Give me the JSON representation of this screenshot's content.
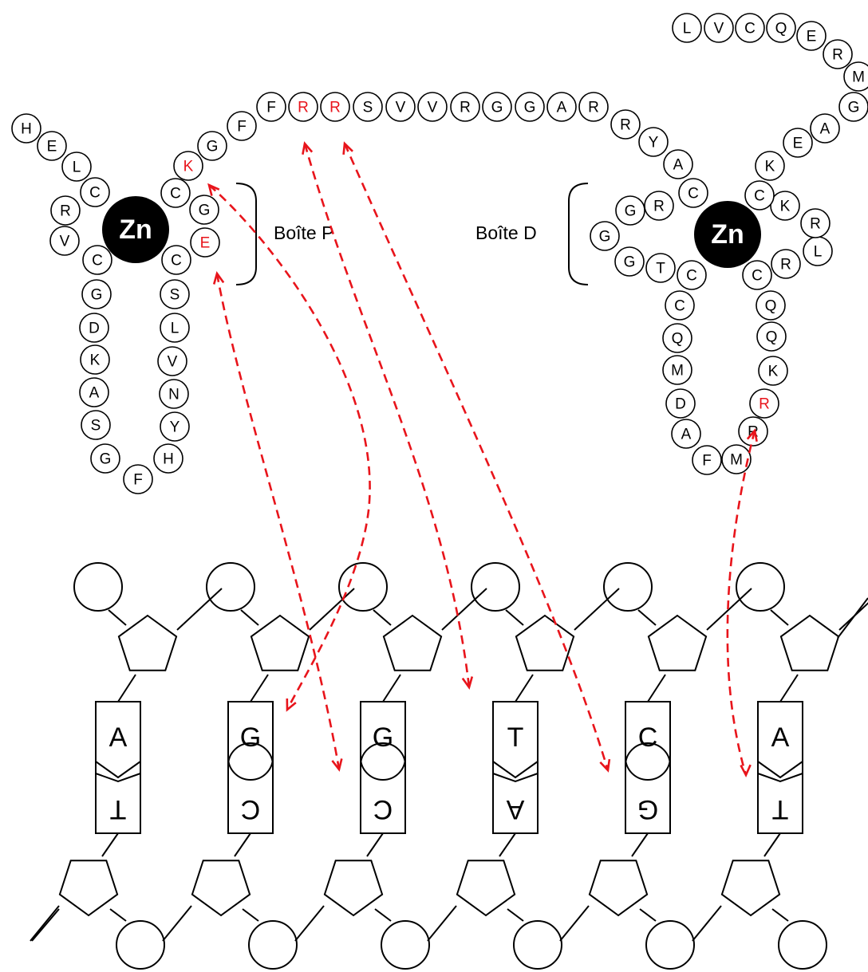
{
  "colors": {
    "highlight": "#e8141b",
    "default": "#000000"
  },
  "zinc_label": "Zn",
  "box_p_label": "Boîte P",
  "box_d_label": "Boîte D",
  "finger1_residues": [
    {
      "l": "H"
    },
    {
      "l": "E"
    },
    {
      "l": "L"
    },
    {
      "l": "C"
    },
    {
      "l": "R"
    },
    {
      "l": "V"
    },
    {
      "l": "C"
    },
    {
      "l": "G"
    },
    {
      "l": "D"
    },
    {
      "l": "K"
    },
    {
      "l": "A"
    },
    {
      "l": "S"
    },
    {
      "l": "G"
    },
    {
      "l": "F"
    },
    {
      "l": "H"
    },
    {
      "l": "Y"
    },
    {
      "l": "N"
    },
    {
      "l": "V"
    },
    {
      "l": "L"
    },
    {
      "l": "S"
    },
    {
      "l": "C"
    },
    {
      "l": "E",
      "hl": true
    },
    {
      "l": "G"
    },
    {
      "l": "C"
    },
    {
      "l": "K",
      "hl": true
    },
    {
      "l": "G"
    },
    {
      "l": "F"
    }
  ],
  "linker_residues": [
    {
      "l": "F"
    },
    {
      "l": "R",
      "hl": true
    },
    {
      "l": "R",
      "hl": true
    },
    {
      "l": "S"
    },
    {
      "l": "V"
    },
    {
      "l": "V"
    },
    {
      "l": "R"
    },
    {
      "l": "G"
    },
    {
      "l": "G"
    },
    {
      "l": "A"
    },
    {
      "l": "R"
    },
    {
      "l": "R"
    },
    {
      "l": "Y"
    },
    {
      "l": "A"
    }
  ],
  "finger2_residues": [
    {
      "l": "C"
    },
    {
      "l": "R"
    },
    {
      "l": "G"
    },
    {
      "l": "G"
    },
    {
      "l": "G"
    },
    {
      "l": "T"
    },
    {
      "l": "C"
    },
    {
      "l": "C"
    },
    {
      "l": "Q"
    },
    {
      "l": "M"
    },
    {
      "l": "D"
    },
    {
      "l": "A"
    },
    {
      "l": "F"
    },
    {
      "l": "M"
    },
    {
      "l": "R"
    },
    {
      "l": "R",
      "hl": true
    },
    {
      "l": "K"
    },
    {
      "l": "Q"
    },
    {
      "l": "Q"
    },
    {
      "l": "C"
    },
    {
      "l": "R"
    },
    {
      "l": "L"
    },
    {
      "l": "R"
    },
    {
      "l": "K"
    },
    {
      "l": "C"
    },
    {
      "l": "K"
    },
    {
      "l": "E"
    },
    {
      "l": "A"
    },
    {
      "l": "G"
    }
  ],
  "tail_residues": [
    {
      "l": "M"
    },
    {
      "l": "R"
    },
    {
      "l": "E"
    },
    {
      "l": "Q"
    },
    {
      "l": "C"
    },
    {
      "l": "V"
    },
    {
      "l": "L"
    }
  ],
  "dna_pairs": [
    {
      "top": "A",
      "bottom": "T",
      "joint": "chevron"
    },
    {
      "top": "G",
      "bottom": "C",
      "joint": "round"
    },
    {
      "top": "G",
      "bottom": "C",
      "joint": "round"
    },
    {
      "top": "T",
      "bottom": "A",
      "joint": "chevron"
    },
    {
      "top": "C",
      "bottom": "G",
      "joint": "round"
    },
    {
      "top": "A",
      "bottom": "T",
      "joint": "chevron"
    }
  ]
}
